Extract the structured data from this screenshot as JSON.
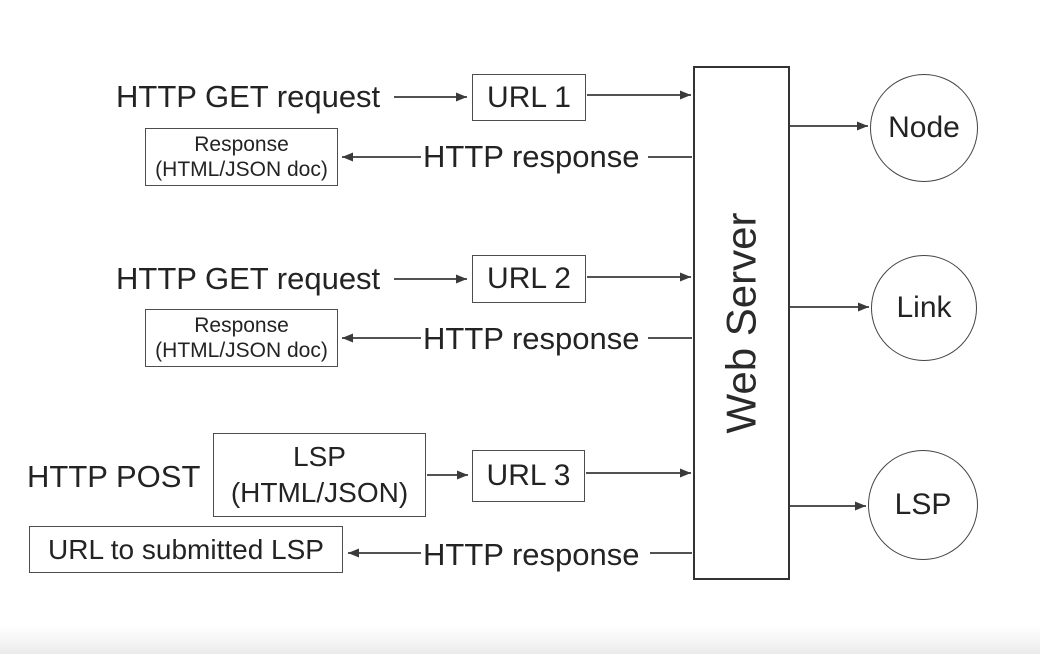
{
  "row1": {
    "request_label": "HTTP GET request",
    "url_label": "URL 1",
    "response_label": "HTTP response",
    "response_box": {
      "line1": "Response",
      "line2": "(HTML/JSON doc)"
    }
  },
  "row2": {
    "request_label": "HTTP GET request",
    "url_label": "URL 2",
    "response_label": "HTTP response",
    "response_box": {
      "line1": "Response",
      "line2": "(HTML/JSON doc)"
    }
  },
  "row3": {
    "request_label": "HTTP POST",
    "payload_box": {
      "line1": "LSP",
      "line2": "(HTML/JSON)"
    },
    "url_label": "URL 3",
    "response_label": "HTTP response",
    "result_box_label": "URL to submitted LSP"
  },
  "server": {
    "label": "Web Server"
  },
  "endpoints": {
    "node_label": "Node",
    "link_label": "Link",
    "lsp_label": "LSP"
  },
  "colors": {
    "background": "#ffffff",
    "line": "#3a3a3a",
    "text": "#232323",
    "box_border": "#4d4d4d",
    "server_border": "#333333"
  }
}
